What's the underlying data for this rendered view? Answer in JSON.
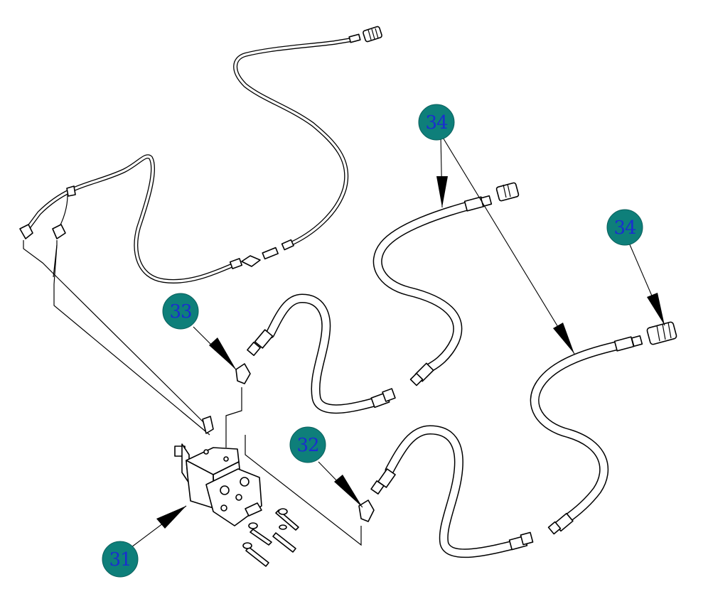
{
  "callouts": [
    {
      "id": "c31",
      "label": "31"
    },
    {
      "id": "c32",
      "label": "32"
    },
    {
      "id": "c33",
      "label": "33"
    },
    {
      "id": "c34a",
      "label": "34"
    },
    {
      "id": "c34b",
      "label": "34"
    }
  ],
  "colors": {
    "callout_fill": "#0e7f7a",
    "callout_text": "#1a2dd0",
    "line": "#000000",
    "background": "#ffffff"
  }
}
